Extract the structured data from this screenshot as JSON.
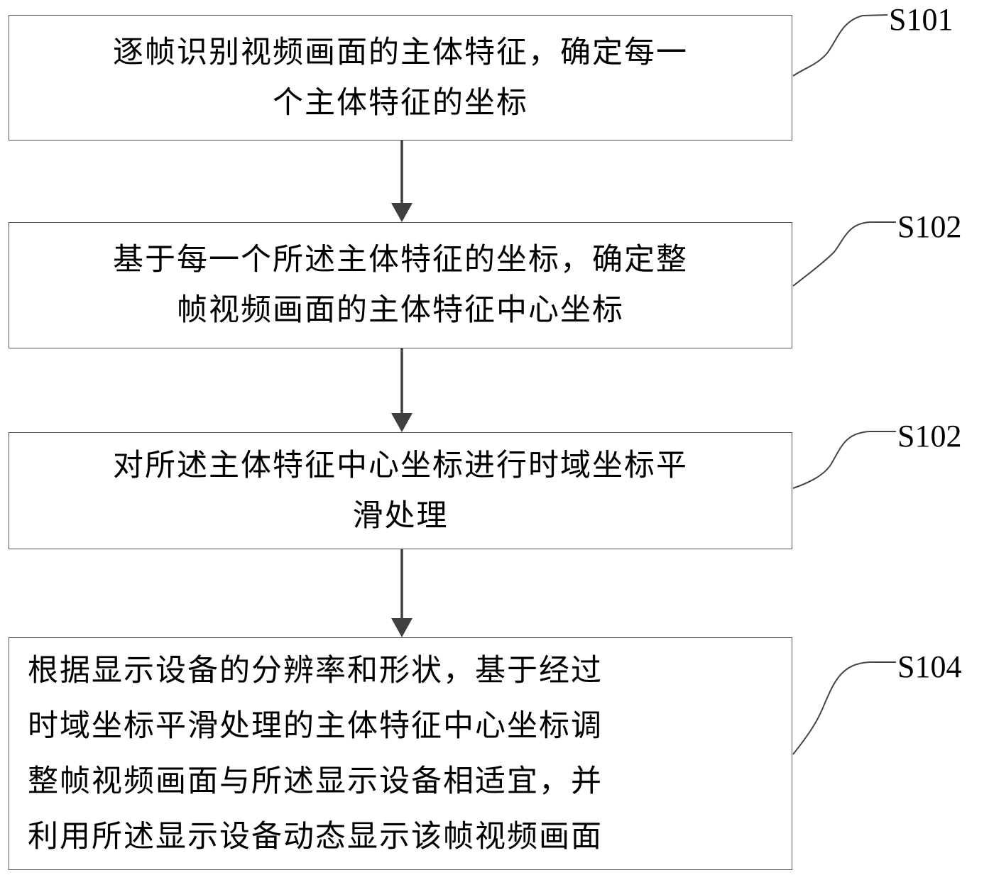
{
  "diagram": {
    "type": "flowchart",
    "direction": "top-to-bottom",
    "steps": [
      {
        "label": "S101",
        "lines": [
          "逐帧识别视频画面的主体特征，确定每一",
          "个主体特征的坐标"
        ]
      },
      {
        "label": "S102",
        "lines": [
          "基于每一个所述主体特征的坐标，确定整",
          "帧视频画面的主体特征中心坐标"
        ]
      },
      {
        "label": "S102",
        "lines": [
          "对所述主体特征中心坐标进行时域坐标平",
          "滑处理"
        ]
      },
      {
        "label": "S104",
        "lines": [
          "根据显示设备的分辨率和形状，基于经过",
          "时域坐标平滑处理的主体特征中心坐标调",
          "整帧视频画面与所述显示设备相适宜，并",
          "利用所述显示设备动态显示该帧视频画面"
        ]
      }
    ],
    "colors": {
      "border": "#555555",
      "arrow": "#404040",
      "text": "#000000",
      "background": "#ffffff"
    }
  }
}
